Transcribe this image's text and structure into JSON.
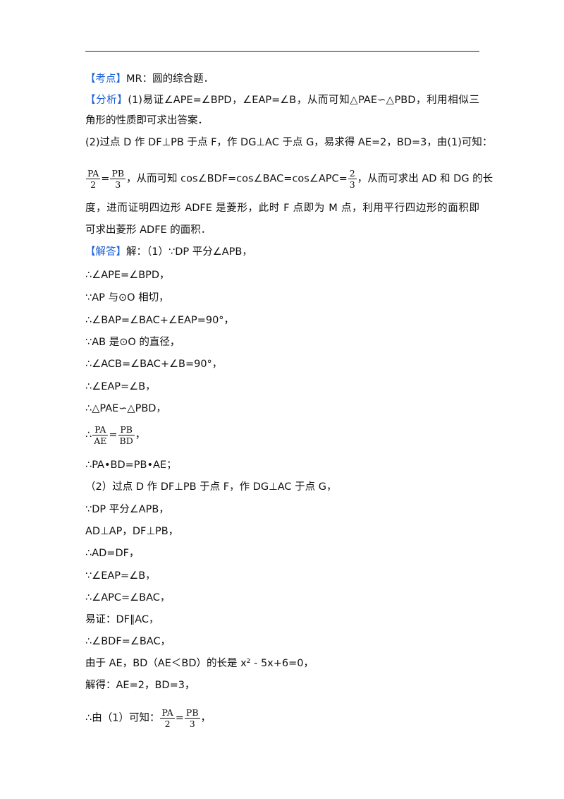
{
  "doc": {
    "kaodian_tag": "【考点】",
    "kaodian_text": "MR：圆的综合题．",
    "fenxi_tag": "【分析】",
    "fenxi_line1": "(1)易证∠APE=∠BPD，∠EAP=∠B，从而可知△PAE∽△PBD，利用相似三",
    "fenxi_line2": "角形的性质即可求出答案．",
    "fenxi_line3": "(2)过点 D 作 DF⊥PB 于点 F，作 DG⊥AC 于点 G，易求得 AE=2，BD=3，由(1)可知：",
    "f4_num1": "PA",
    "f4_den1": "2",
    "f4_eq1": "=",
    "f4_num2": "PB",
    "f4_den2": "3",
    "f4_mid": "，从而可知 cos∠BDF=cos∠BAC=cos∠APC=",
    "f4_num3": "2",
    "f4_den3": "3",
    "f4_tail": "，从而可求出 AD 和 DG 的长",
    "fenxi_line5": "度，进而证明四边形 ADFE 是菱形，此时 F 点即为 M 点，利用平行四边形的面积即",
    "fenxi_line6": "可求出菱形 ADFE 的面积．",
    "jieda_tag": "【解答】",
    "jieda_text": "解：（1）∵DP 平分∠APB，",
    "s1": "∴∠APE=∠BPD，",
    "s2": "∵AP 与⊙O 相切，",
    "s3": "∴∠BAP=∠BAC+∠EAP=90°，",
    "s4": "∵AB 是⊙O 的直径，",
    "s5": "∴∠ACB=∠BAC+∠B=90°，",
    "s6": "∴∠EAP=∠B，",
    "s7": "∴△PAE∽△PBD，",
    "s8_prefix": "∴",
    "s8_num1": "PA",
    "s8_den1": "AE",
    "s8_eq": "=",
    "s8_num2": "PB",
    "s8_den2": "BD",
    "s8_tail": "，",
    "s9": "∴PA•BD=PB•AE；",
    "s10": "（2）过点 D 作 DF⊥PB 于点 F，作 DG⊥AC 于点 G，",
    "s11": "∵DP 平分∠APB，",
    "s12": "AD⊥AP，DF⊥PB，",
    "s13": "∴AD=DF，",
    "s14": "∵∠EAP=∠B，",
    "s15": "∴∠APC=∠BAC，",
    "s16": "易证：DF∥AC，",
    "s17": "∴∠BDF=∠BAC，",
    "s18": "由于 AE，BD（AE＜BD）的长是 x² - 5x+6=0，",
    "s19": "解得：AE=2，BD=3，",
    "s20_prefix": "∴由（1）可知：",
    "s20_num1": "PA",
    "s20_den1": "2",
    "s20_eq": "=",
    "s20_num2": "PB",
    "s20_den2": "3",
    "s20_tail": "，"
  },
  "colors": {
    "tag": "#1a5fd6",
    "text": "#111111"
  }
}
